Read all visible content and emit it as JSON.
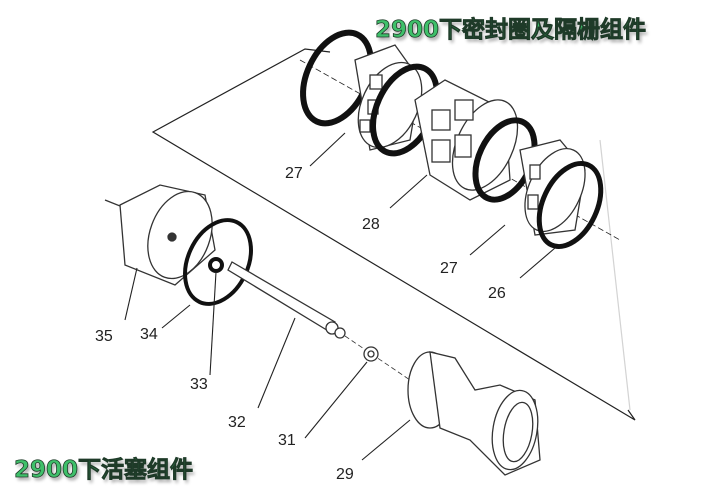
{
  "titles": {
    "top": "2900下密封圈及隔栅组件",
    "bottom": "2900下活塞组件"
  },
  "callouts": [
    "27",
    "28",
    "27",
    "26",
    "35",
    "34",
    "33",
    "32",
    "31",
    "29"
  ],
  "colors": {
    "title_fill": "#3fc06a",
    "title_outline": "#1e3a28",
    "line": "#222222"
  }
}
